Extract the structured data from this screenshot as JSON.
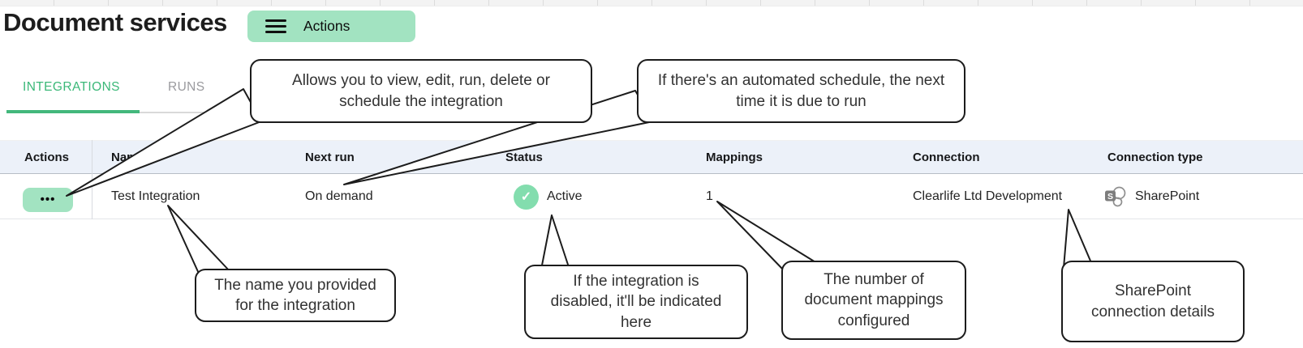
{
  "page_title": "Document services",
  "actions_button": {
    "label": "Actions",
    "icon": "hamburger-menu"
  },
  "tabs": {
    "integrations": "INTEGRATIONS",
    "runs": "RUNS",
    "active_tab": "INTEGRATIONS"
  },
  "table": {
    "columns": [
      "Actions",
      "Name",
      "Next run",
      "Status",
      "Mappings",
      "Connection",
      "Connection type"
    ],
    "row": {
      "actions_icon": "more-horizontal",
      "name": "Test Integration",
      "next_run": "On demand",
      "status": "Active",
      "status_icon": "check-circle",
      "mappings": "1",
      "connection": "Clearlife Ltd Development",
      "connection_type": "SharePoint",
      "connection_type_icon": "sharepoint"
    }
  },
  "icons": {
    "check": "✓",
    "more_options": "•••"
  },
  "callouts": [
    {
      "text": "Allows you to view, edit, run, delete or\nschedule the integration"
    },
    {
      "text": "If there's an automated schedule, the next\ntime it is due to run"
    },
    {
      "text": "The name you provided\nfor the integration"
    },
    {
      "text": "If the integration is\ndisabled, it'll be indicated\nhere"
    },
    {
      "text": "The number of\ndocument mappings\nconfigured"
    },
    {
      "text": "SharePoint\nconnection details"
    }
  ],
  "colors": {
    "accent_mint": "#a2e3c1",
    "tab_active_green": "#3bb878",
    "tab_underline_green": "#43b87c",
    "status_check_green": "#83ddae",
    "header_row_bg": "#ecf1f9"
  }
}
